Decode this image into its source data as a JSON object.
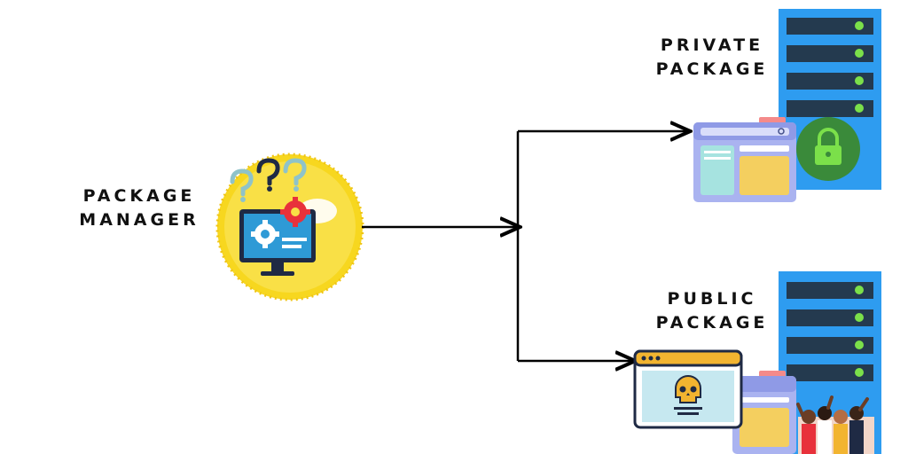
{
  "labels": {
    "package_manager": [
      "PACKAGE",
      "MANAGER"
    ],
    "private_package": [
      "PRIVATE",
      "PACKAGE"
    ],
    "public_package": [
      "PUBLIC",
      "PACKAGE"
    ]
  },
  "icons": {
    "manager": "computer-with-gears-and-question-marks-icon",
    "private": "server-with-browser-and-lock-icon",
    "public": "server-with-browser-skull-and-crowd-icon"
  },
  "colors": {
    "server_blue": "#2e9cf0",
    "server_slot": "#243a4f",
    "led_green": "#7be04a",
    "manager_circle": "#f7d71f",
    "lock_green": "#3a8a3a",
    "browser_purple": "#aab3f0",
    "skull_yellow": "#f2b430",
    "arrow": "#000000"
  }
}
